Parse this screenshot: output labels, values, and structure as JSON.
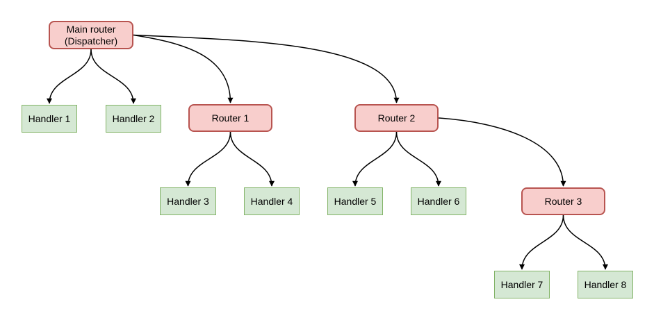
{
  "diagram": {
    "colors": {
      "background": "#ffffff",
      "router_fill": "#f8cecc",
      "router_border": "#b85450",
      "handler_fill": "#d5e8d4",
      "handler_border": "#82b366",
      "edge": "#000000",
      "text": "#000000"
    },
    "nodes": [
      {
        "id": "main",
        "label": "Main router\n(Dispatcher)",
        "kind": "router"
      },
      {
        "id": "handler1",
        "label": "Handler 1",
        "kind": "handler"
      },
      {
        "id": "handler2",
        "label": "Handler 2",
        "kind": "handler"
      },
      {
        "id": "router1",
        "label": "Router 1",
        "kind": "router"
      },
      {
        "id": "router2",
        "label": "Router 2",
        "kind": "router"
      },
      {
        "id": "handler3",
        "label": "Handler 3",
        "kind": "handler"
      },
      {
        "id": "handler4",
        "label": "Handler 4",
        "kind": "handler"
      },
      {
        "id": "handler5",
        "label": "Handler 5",
        "kind": "handler"
      },
      {
        "id": "handler6",
        "label": "Handler 6",
        "kind": "handler"
      },
      {
        "id": "router3",
        "label": "Router 3",
        "kind": "router"
      },
      {
        "id": "handler7",
        "label": "Handler 7",
        "kind": "handler"
      },
      {
        "id": "handler8",
        "label": "Handler 8",
        "kind": "handler"
      }
    ],
    "edges": [
      {
        "from": "main",
        "to": "handler1"
      },
      {
        "from": "main",
        "to": "handler2"
      },
      {
        "from": "main",
        "to": "router1"
      },
      {
        "from": "main",
        "to": "router2"
      },
      {
        "from": "router1",
        "to": "handler3"
      },
      {
        "from": "router1",
        "to": "handler4"
      },
      {
        "from": "router2",
        "to": "handler5"
      },
      {
        "from": "router2",
        "to": "handler6"
      },
      {
        "from": "router2",
        "to": "router3"
      },
      {
        "from": "router3",
        "to": "handler7"
      },
      {
        "from": "router3",
        "to": "handler8"
      }
    ]
  }
}
